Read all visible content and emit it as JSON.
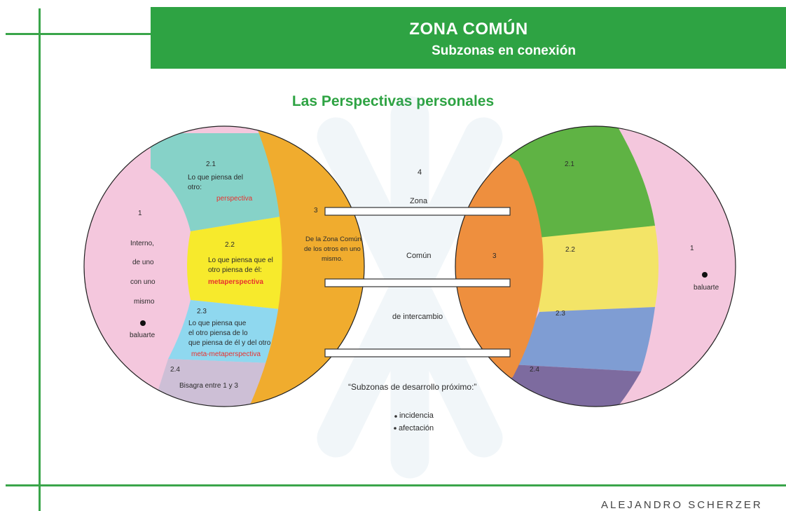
{
  "header": {
    "title": "ZONA COMÚN",
    "subtitle": "Subzonas en conexión"
  },
  "heading": "Las Perspectivas personales",
  "left": {
    "z1_num": "1",
    "z1_l1": "Interno,",
    "z1_l2": "de uno",
    "z1_l3": "con uno",
    "z1_l4": "mismo",
    "z1_baluarte": "baluarte",
    "z21_num": "2.1",
    "z21_l1": "Lo que piensa del",
    "z21_l2": "otro:",
    "z21_key": "perspectiva",
    "z22_num": "2.2",
    "z22_l1": "Lo que piensa que el",
    "z22_l2": "otro piensa de él:",
    "z22_key": "metaperspectiva",
    "z23_num": "2.3",
    "z23_l1": "Lo que piensa que",
    "z23_l2": "el otro piensa de lo",
    "z23_l3": "que piensa de él y del otro",
    "z23_key": "meta-metaperspectiva",
    "z24_num": "2.4",
    "z24_l1": "Bisagra entre 1 y 3",
    "z3_num": "3",
    "z3_l1": "De la Zona Común",
    "z3_l2": "de los otros en uno",
    "z3_l3": "mismo."
  },
  "center": {
    "num": "4",
    "l1": "Zona",
    "l2": "Común",
    "l3": "de intercambio",
    "note": "“Subzonas de desarrollo próximo:”",
    "b1": "incidencia",
    "b2": "afectación"
  },
  "right": {
    "z3_num": "3",
    "z21_num": "2.1",
    "z22_num": "2.2",
    "z23_num": "2.3",
    "z24_num": "2.4",
    "z1_num": "1",
    "baluarte": "baluarte"
  },
  "footer": {
    "author": "ALEJANDRO SCHERZER"
  },
  "colors": {
    "green": "#2ea343",
    "pink": "#f4c7dd",
    "teal": "#86d2c8",
    "yellow": "#f7ea2c",
    "lightblue": "#8fd8ef",
    "lilac": "#cdbfd6",
    "orange": "#f0ac2e",
    "right_orange": "#ee8f3e",
    "right_green": "#5fb344",
    "right_yellow": "#f3e467",
    "right_blue": "#7f9dd3",
    "right_purple": "#7d6b9f"
  }
}
